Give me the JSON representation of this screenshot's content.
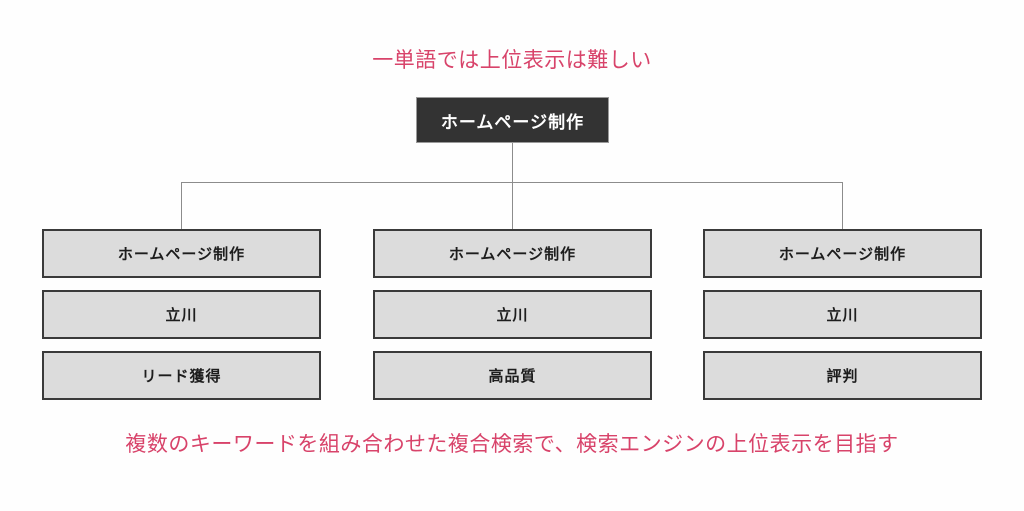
{
  "diagram": {
    "caption_top": "一単語では上位表示は難しい",
    "caption_bottom": "複数のキーワードを組み合わせた複合検索で、検索エンジンの上位表示を目指す",
    "root": {
      "label": "ホームページ制作"
    },
    "columns": [
      {
        "id": "left",
        "boxes": [
          {
            "label": "ホームページ制作"
          },
          {
            "label": "立川"
          },
          {
            "label": "リード獲得"
          }
        ]
      },
      {
        "id": "middle",
        "boxes": [
          {
            "label": "ホームページ制作"
          },
          {
            "label": "立川"
          },
          {
            "label": "高品質"
          }
        ]
      },
      {
        "id": "right",
        "boxes": [
          {
            "label": "ホームページ制作"
          },
          {
            "label": "立川"
          },
          {
            "label": "評判"
          }
        ]
      }
    ],
    "colors": {
      "background": "#fefefe",
      "root_fill": "#333333",
      "root_text": "#ffffff",
      "box_fill": "#dcdcdc",
      "box_border": "#3a3a3a",
      "box_text": "#1d1d1d",
      "caption_text": "#d8436a",
      "connector": "#8c8c8c"
    }
  }
}
